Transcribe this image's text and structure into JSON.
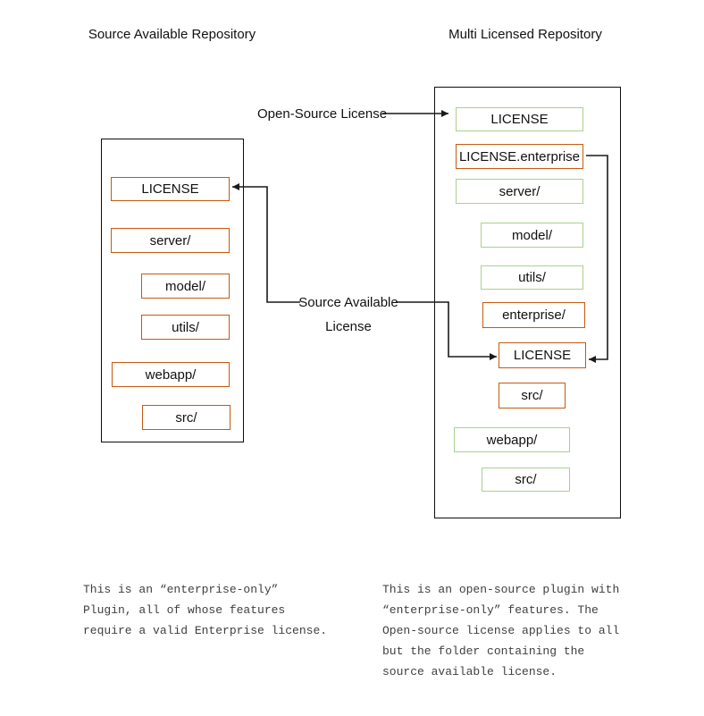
{
  "left_repo": {
    "title": "Source Available Repository",
    "items": [
      "LICENSE",
      "server/",
      "model/",
      "utils/",
      "webapp/",
      "src/"
    ]
  },
  "right_repo": {
    "title": "Multi Licensed Repository",
    "items": [
      "LICENSE",
      "LICENSE.enterprise",
      "server/",
      "model/",
      "utils/",
      "enterprise/",
      "LICENSE",
      "src/",
      "webapp/",
      "src/"
    ]
  },
  "connectors": {
    "open_source_label": "Open-Source License",
    "source_available_line1": "Source Available",
    "source_available_line2": "License"
  },
  "captions": {
    "left": [
      "This is an “enterprise-only”",
      "Plugin, all of whose features",
      "require a valid Enterprise license."
    ],
    "right": [
      "This is an open-source plugin with",
      "“enterprise-only” features. The",
      "Open-source license applies to all",
      "but the folder containing the",
      "source available license."
    ]
  },
  "colors": {
    "source_available_border": "#C55A11",
    "open_source_border": "#A9D18E",
    "container_border": "#0d0d0d",
    "connector_line": "#1a1a1a",
    "caption_text": "#404040"
  }
}
